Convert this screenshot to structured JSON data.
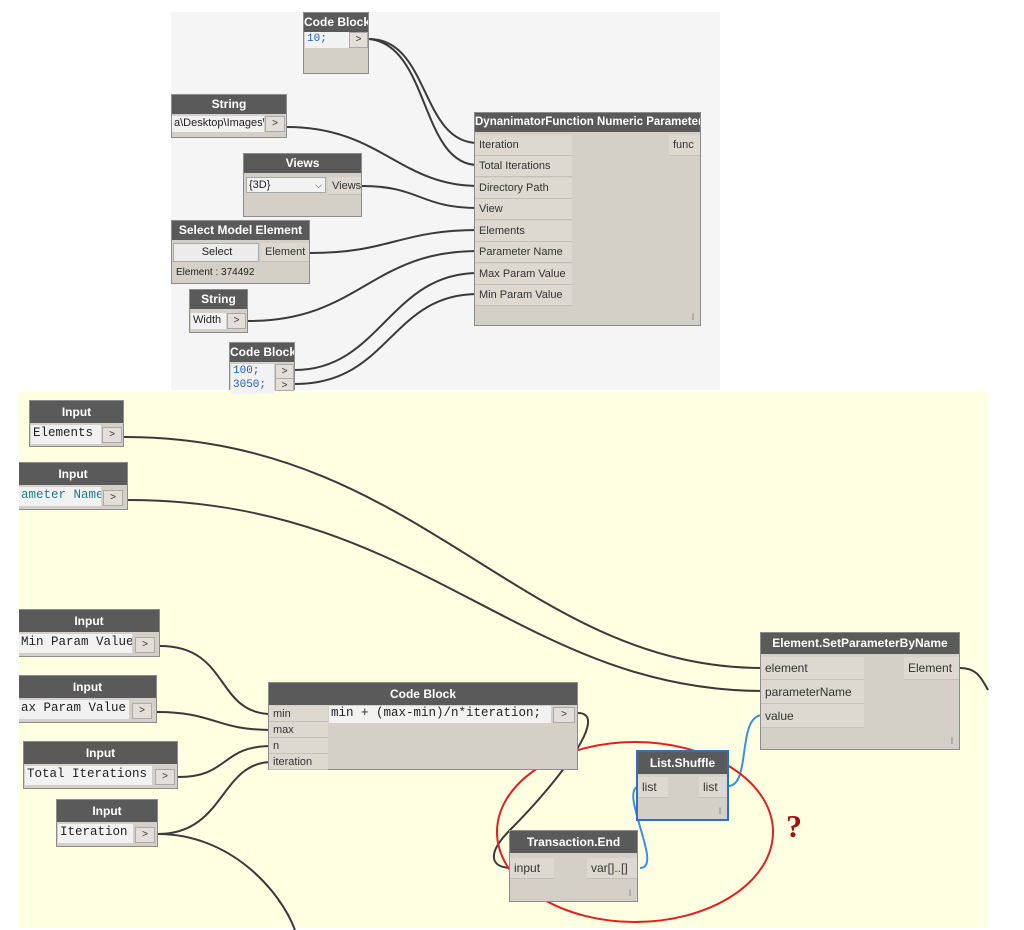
{
  "top": {
    "code_block_1": {
      "title": "Code Block",
      "code": "10;",
      "arrow": ">"
    },
    "string_1": {
      "title": "String",
      "value": "a\\Desktop\\Images\\",
      "arrow": ">"
    },
    "views": {
      "title": "Views",
      "selected": "{3D}",
      "output": "Views"
    },
    "select_model": {
      "title": "Select Model Element",
      "button": "Select",
      "output": "Element",
      "info": "Element : 374492"
    },
    "string_2": {
      "title": "String",
      "value": "Width",
      "arrow": ">"
    },
    "code_block_2": {
      "title": "Code Block",
      "line1": "100;",
      "line2": "3050;",
      "arrow": ">"
    },
    "dyn": {
      "title": "DynanimatorFunction Numeric Parameter",
      "inputs": [
        "Iteration",
        "Total Iterations",
        "Directory Path",
        "View",
        "Elements",
        "Parameter Name",
        "Max Param Value",
        "Min Param Value"
      ],
      "output": "func",
      "grip": "l"
    }
  },
  "bottom": {
    "inputs": [
      {
        "title": "Input",
        "value": "Elements",
        "arrow": ">"
      },
      {
        "title": "Input",
        "value": "ameter Name",
        "arrow": ">"
      },
      {
        "title": "Input",
        "value": "Min Param Value",
        "arrow": ">"
      },
      {
        "title": "Input",
        "value": "ax Param Value",
        "arrow": ">"
      },
      {
        "title": "Input",
        "value": "Total Iterations",
        "arrow": ">"
      },
      {
        "title": "Input",
        "value": "Iteration",
        "arrow": ">"
      }
    ],
    "code_block": {
      "title": "Code Block",
      "ports": [
        "min",
        "max",
        "n",
        "iteration"
      ],
      "code": "min + (max-min)/n*iteration;",
      "arrow": ">"
    },
    "set_param": {
      "title": "Element.SetParameterByName",
      "inputs": [
        "element",
        "parameterName",
        "value"
      ],
      "output": "Element",
      "grip": "l"
    },
    "shuffle": {
      "title": "List.Shuffle",
      "input": "list",
      "output": "list",
      "grip": "l"
    },
    "transaction": {
      "title": "Transaction.End",
      "input": "input",
      "output": "var[]..[]",
      "grip": "l"
    },
    "question": "?"
  },
  "colors": {
    "wire": "#3a3a3a",
    "wire_selected": "#3b8fe0",
    "highlight_ellipse": "#e02020",
    "header": "#5a5a5a"
  }
}
